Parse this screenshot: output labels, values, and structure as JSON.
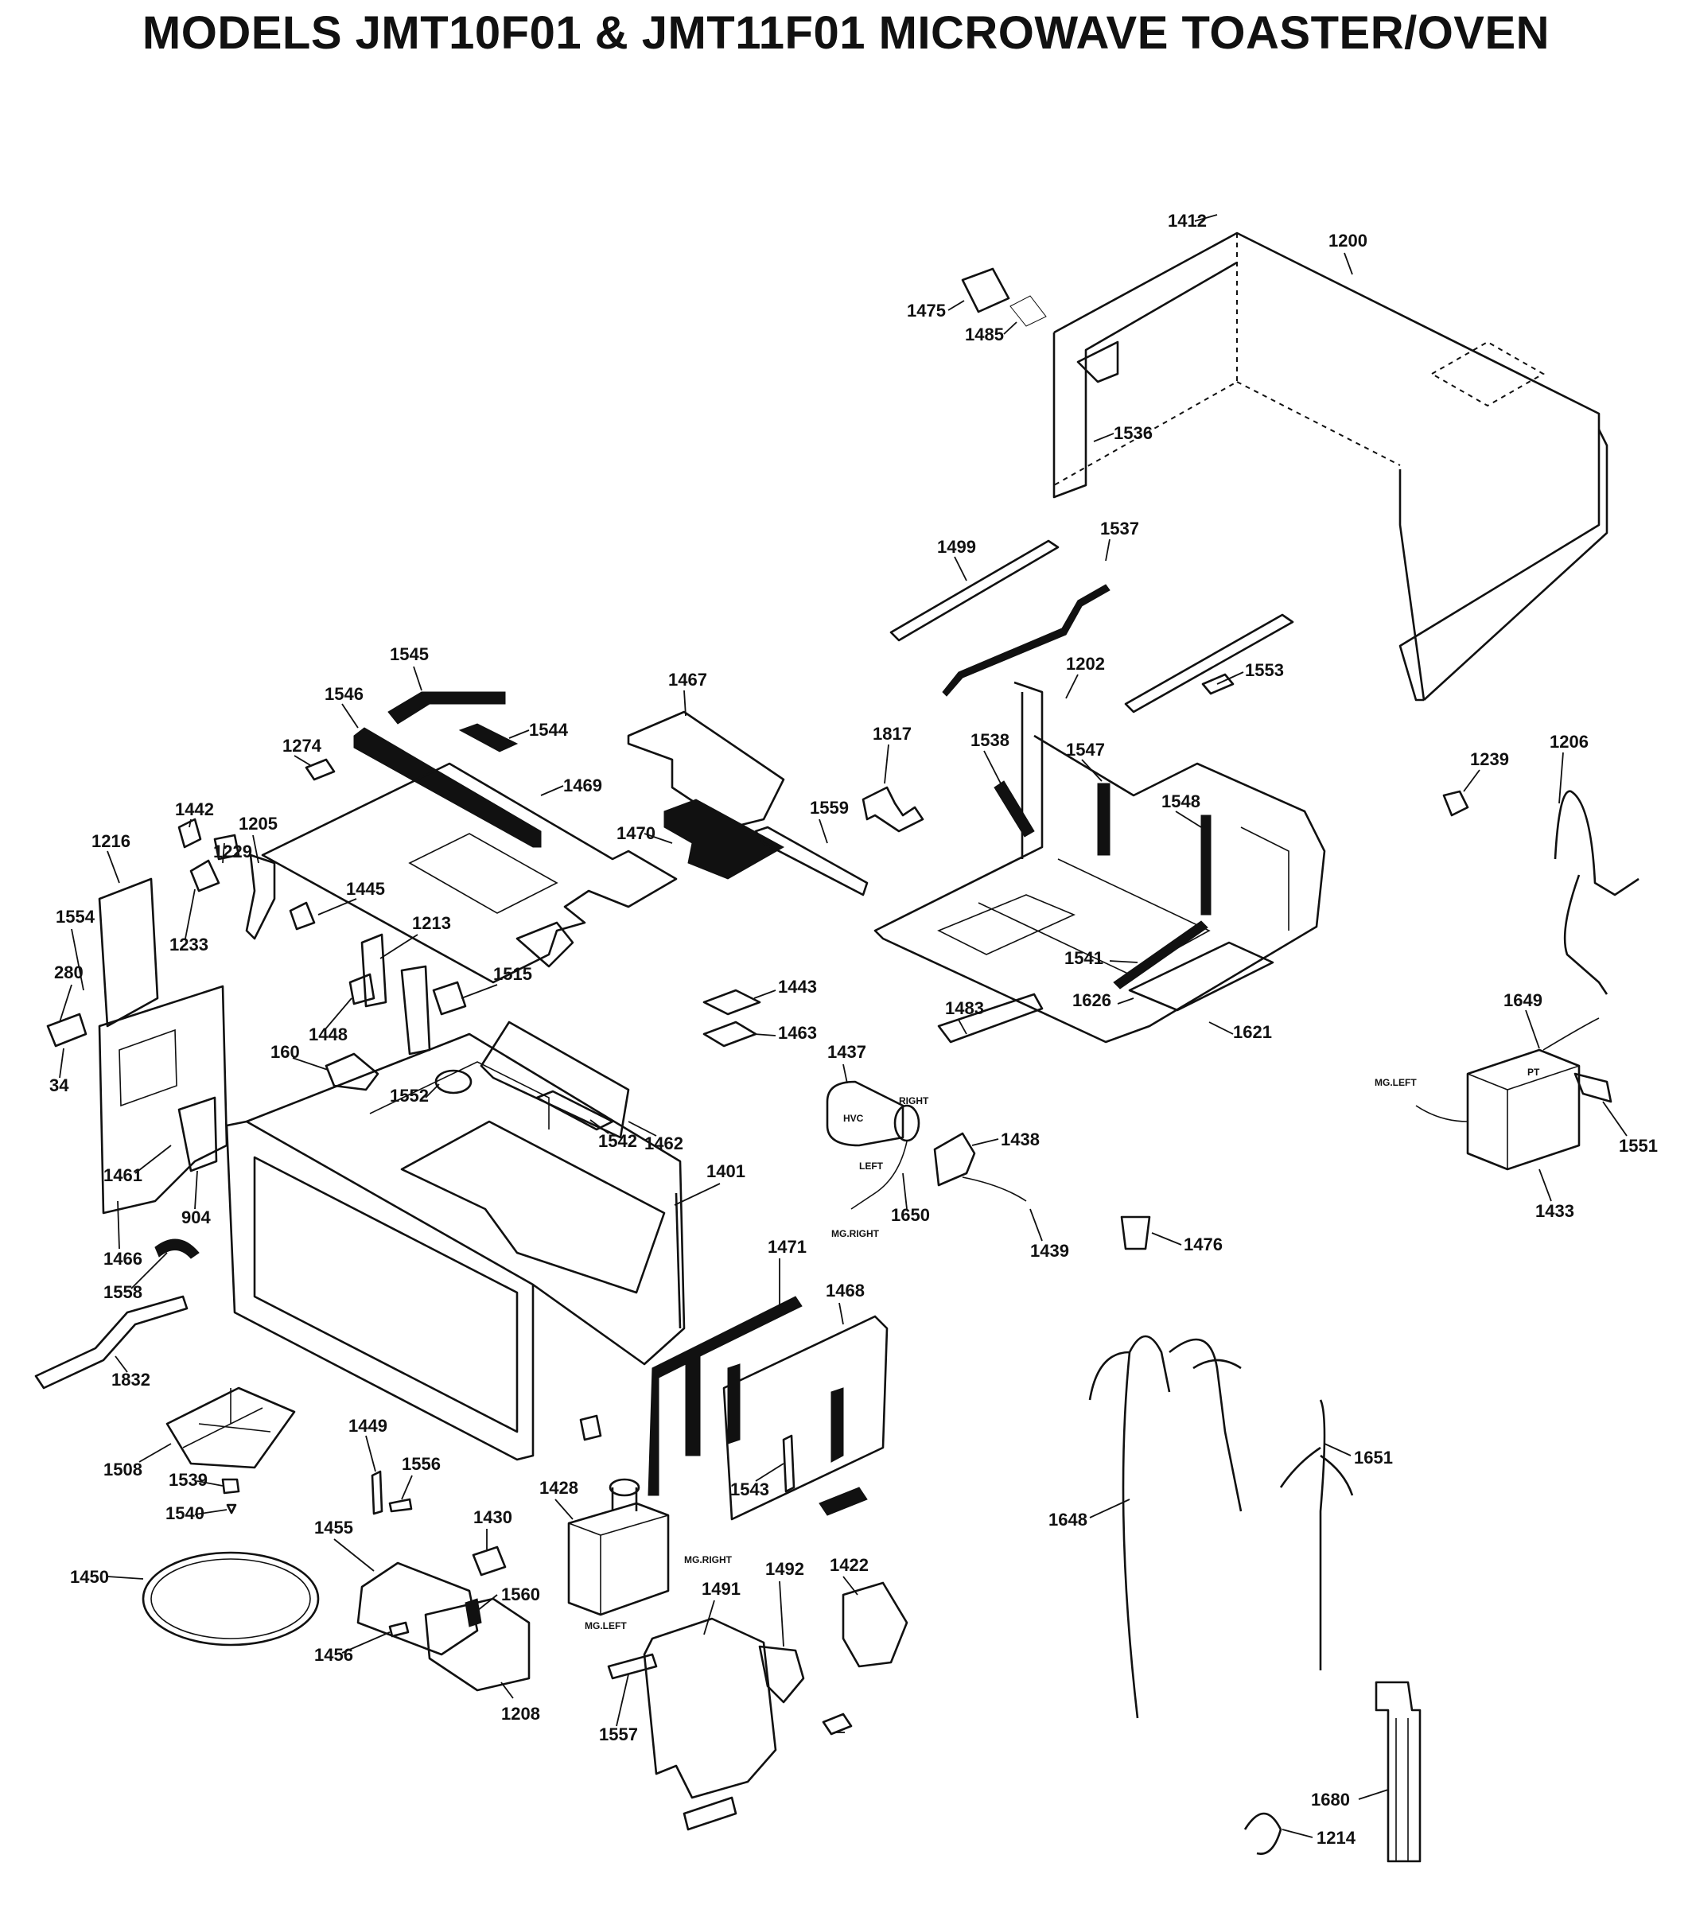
{
  "title": "MODELS JMT10F01 & JMT11F01 MICROWAVE TOASTER/OVEN",
  "part_numbers": [
    "1412",
    "1200",
    "1475",
    "1485",
    "1536",
    "1499",
    "1537",
    "1553",
    "1202",
    "1545",
    "1546",
    "1544",
    "1274",
    "1469",
    "1467",
    "1817",
    "1538",
    "1547",
    "1548",
    "1239",
    "1206",
    "1442",
    "1229",
    "1205",
    "1216",
    "1445",
    "1470",
    "1559",
    "1554",
    "280",
    "34",
    "1213",
    "1515",
    "1233",
    "1448",
    "160",
    "1552",
    "1443",
    "1463",
    "1483",
    "1541",
    "1626",
    "1621",
    "1649",
    "1551",
    "1433",
    "1437",
    "1438",
    "1439",
    "1650",
    "1476",
    "1542",
    "1462",
    "1461",
    "904",
    "1466",
    "1558",
    "1401",
    "1471",
    "1468",
    "1832",
    "1508",
    "1539",
    "1540",
    "1449",
    "1556",
    "1543",
    "1428",
    "1430",
    "1455",
    "1560",
    "1450",
    "1456",
    "1208",
    "1491",
    "1492",
    "1422",
    "1557",
    "1648",
    "1651",
    "1680",
    "1214"
  ],
  "annotations": {
    "hvc": "HVC",
    "right": "RIGHT",
    "left": "LEFT",
    "mg_right_cap": "MG.RIGHT",
    "mg_left_transformer": "MG.LEFT",
    "pt": "PT",
    "mg_right_magnetron": "MG.RIGHT",
    "mg_left_magnetron": "MG.LEFT"
  }
}
